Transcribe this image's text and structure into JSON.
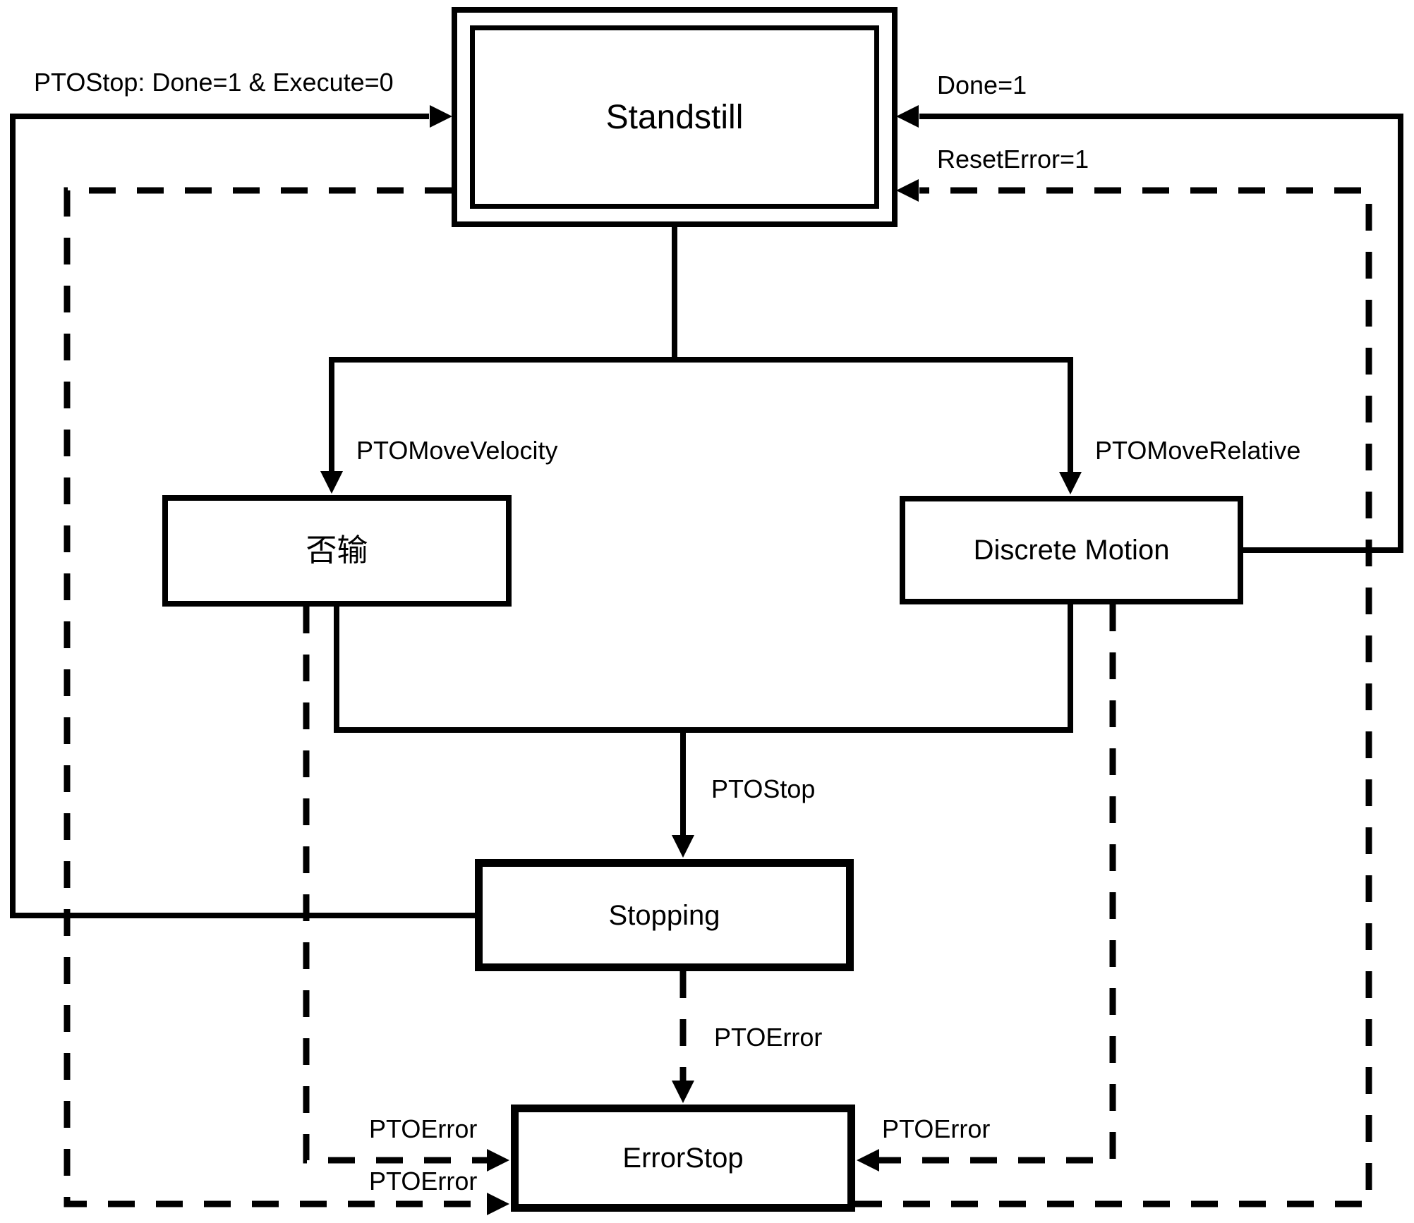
{
  "diagram": {
    "type": "state-machine",
    "colors": {
      "line": "#000000",
      "background": "#ffffff",
      "text": "#000000"
    },
    "states": {
      "standstill": {
        "label": "Standstill",
        "shape": "double-rectangle"
      },
      "continuous": {
        "label": "否输",
        "shape": "rectangle"
      },
      "discrete": {
        "label": "Discrete Motion",
        "shape": "rectangle"
      },
      "stopping": {
        "label": "Stopping",
        "shape": "rectangle"
      },
      "errorstop": {
        "label": "ErrorStop",
        "shape": "rectangle"
      }
    },
    "transitions": {
      "stop_done_execute": {
        "label": "PTOStop: Done=1 & Execute=0",
        "from": "Stopping",
        "to": "Standstill",
        "style": "solid"
      },
      "done": {
        "label": "Done=1",
        "from": "Discrete Motion",
        "to": "Standstill",
        "style": "solid"
      },
      "reset_error": {
        "label": "ResetError=1",
        "from": "ErrorStop",
        "to": "Standstill",
        "style": "dashed"
      },
      "move_velocity": {
        "label": "PTOMoveVelocity",
        "from": "Standstill",
        "to": "否输",
        "style": "solid"
      },
      "move_relative": {
        "label": "PTOMoveRelative",
        "from": "Standstill",
        "to": "Discrete Motion",
        "style": "solid"
      },
      "pto_stop": {
        "label": "PTOStop",
        "from": "否输 / Discrete Motion",
        "to": "Stopping",
        "style": "solid"
      },
      "error_from_stopping": {
        "label": "PTOError",
        "from": "Stopping",
        "to": "ErrorStop",
        "style": "dashed"
      },
      "error_from_continuous": {
        "label": "PTOError",
        "from": "否输",
        "to": "ErrorStop",
        "style": "dashed"
      },
      "error_from_standstill": {
        "label": "PTOError",
        "from": "Standstill",
        "to": "ErrorStop",
        "style": "dashed"
      },
      "error_from_discrete": {
        "label": "PTOError",
        "from": "Discrete Motion",
        "to": "ErrorStop",
        "style": "dashed"
      }
    }
  }
}
